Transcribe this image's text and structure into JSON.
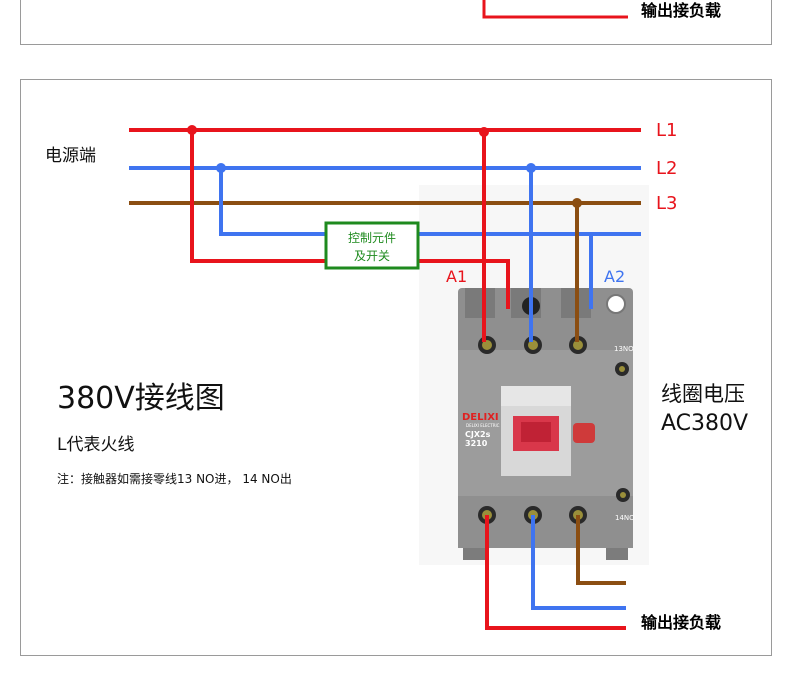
{
  "top_panel": {
    "output_label": "输出接负载"
  },
  "diagram": {
    "power_side_label": "电源端",
    "lines": [
      "L1",
      "L2",
      "L3"
    ],
    "control_box": [
      "控制元件",
      "及开关"
    ],
    "coil_terminals": [
      "A1",
      "A2"
    ],
    "title": "380V接线图",
    "legend_note": "L代表火线",
    "footnote": "注：接触器如需接零线13 NO进，  14 NO出",
    "coil_voltage": [
      "线圈电压",
      "AC380V"
    ],
    "output_label": "输出接负载",
    "contactor": {
      "brand": "DELIXI",
      "brand_sub": "DELIXI ELECTRIC",
      "model": "CJX2s",
      "code": "3210",
      "aux_top": "13NO",
      "aux_bottom": "14NO"
    }
  },
  "colors": {
    "L1": "#e8141c",
    "L2": "#3f74f0",
    "L3": "#8b4e12",
    "control_box": "#1e8a1e",
    "contactor_body": "#9c9c9c"
  }
}
